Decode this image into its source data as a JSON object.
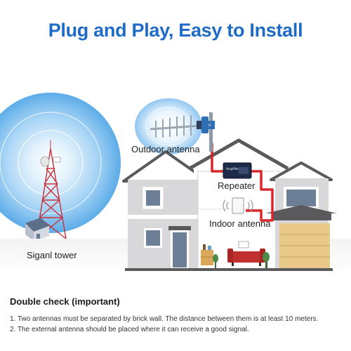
{
  "headline": "Plug and Play, Easy to Install",
  "labels": {
    "outdoor_antenna": "Outdoor antenna",
    "repeater": "Repeater",
    "indoor_antenna": "Indoor antenna",
    "signal_tower": "Siganl tower"
  },
  "repeater_brand": "Amplifier",
  "notes": {
    "title": "Double check (important)",
    "items": [
      "1. Two antennas must be separated by brick wall. The distance between them is at least 10 meters.",
      "2. The external antenna should be placed where it can receive a good signal."
    ]
  },
  "colors": {
    "headline": "#1e6cc8",
    "signal_blue": "#4aa3e6",
    "cable_red": "#d9262b",
    "tower_red": "#c8303a",
    "house_wall": "#d8d8da",
    "house_trim": "#5a5a5c",
    "garage_door": "#e8c98a"
  }
}
